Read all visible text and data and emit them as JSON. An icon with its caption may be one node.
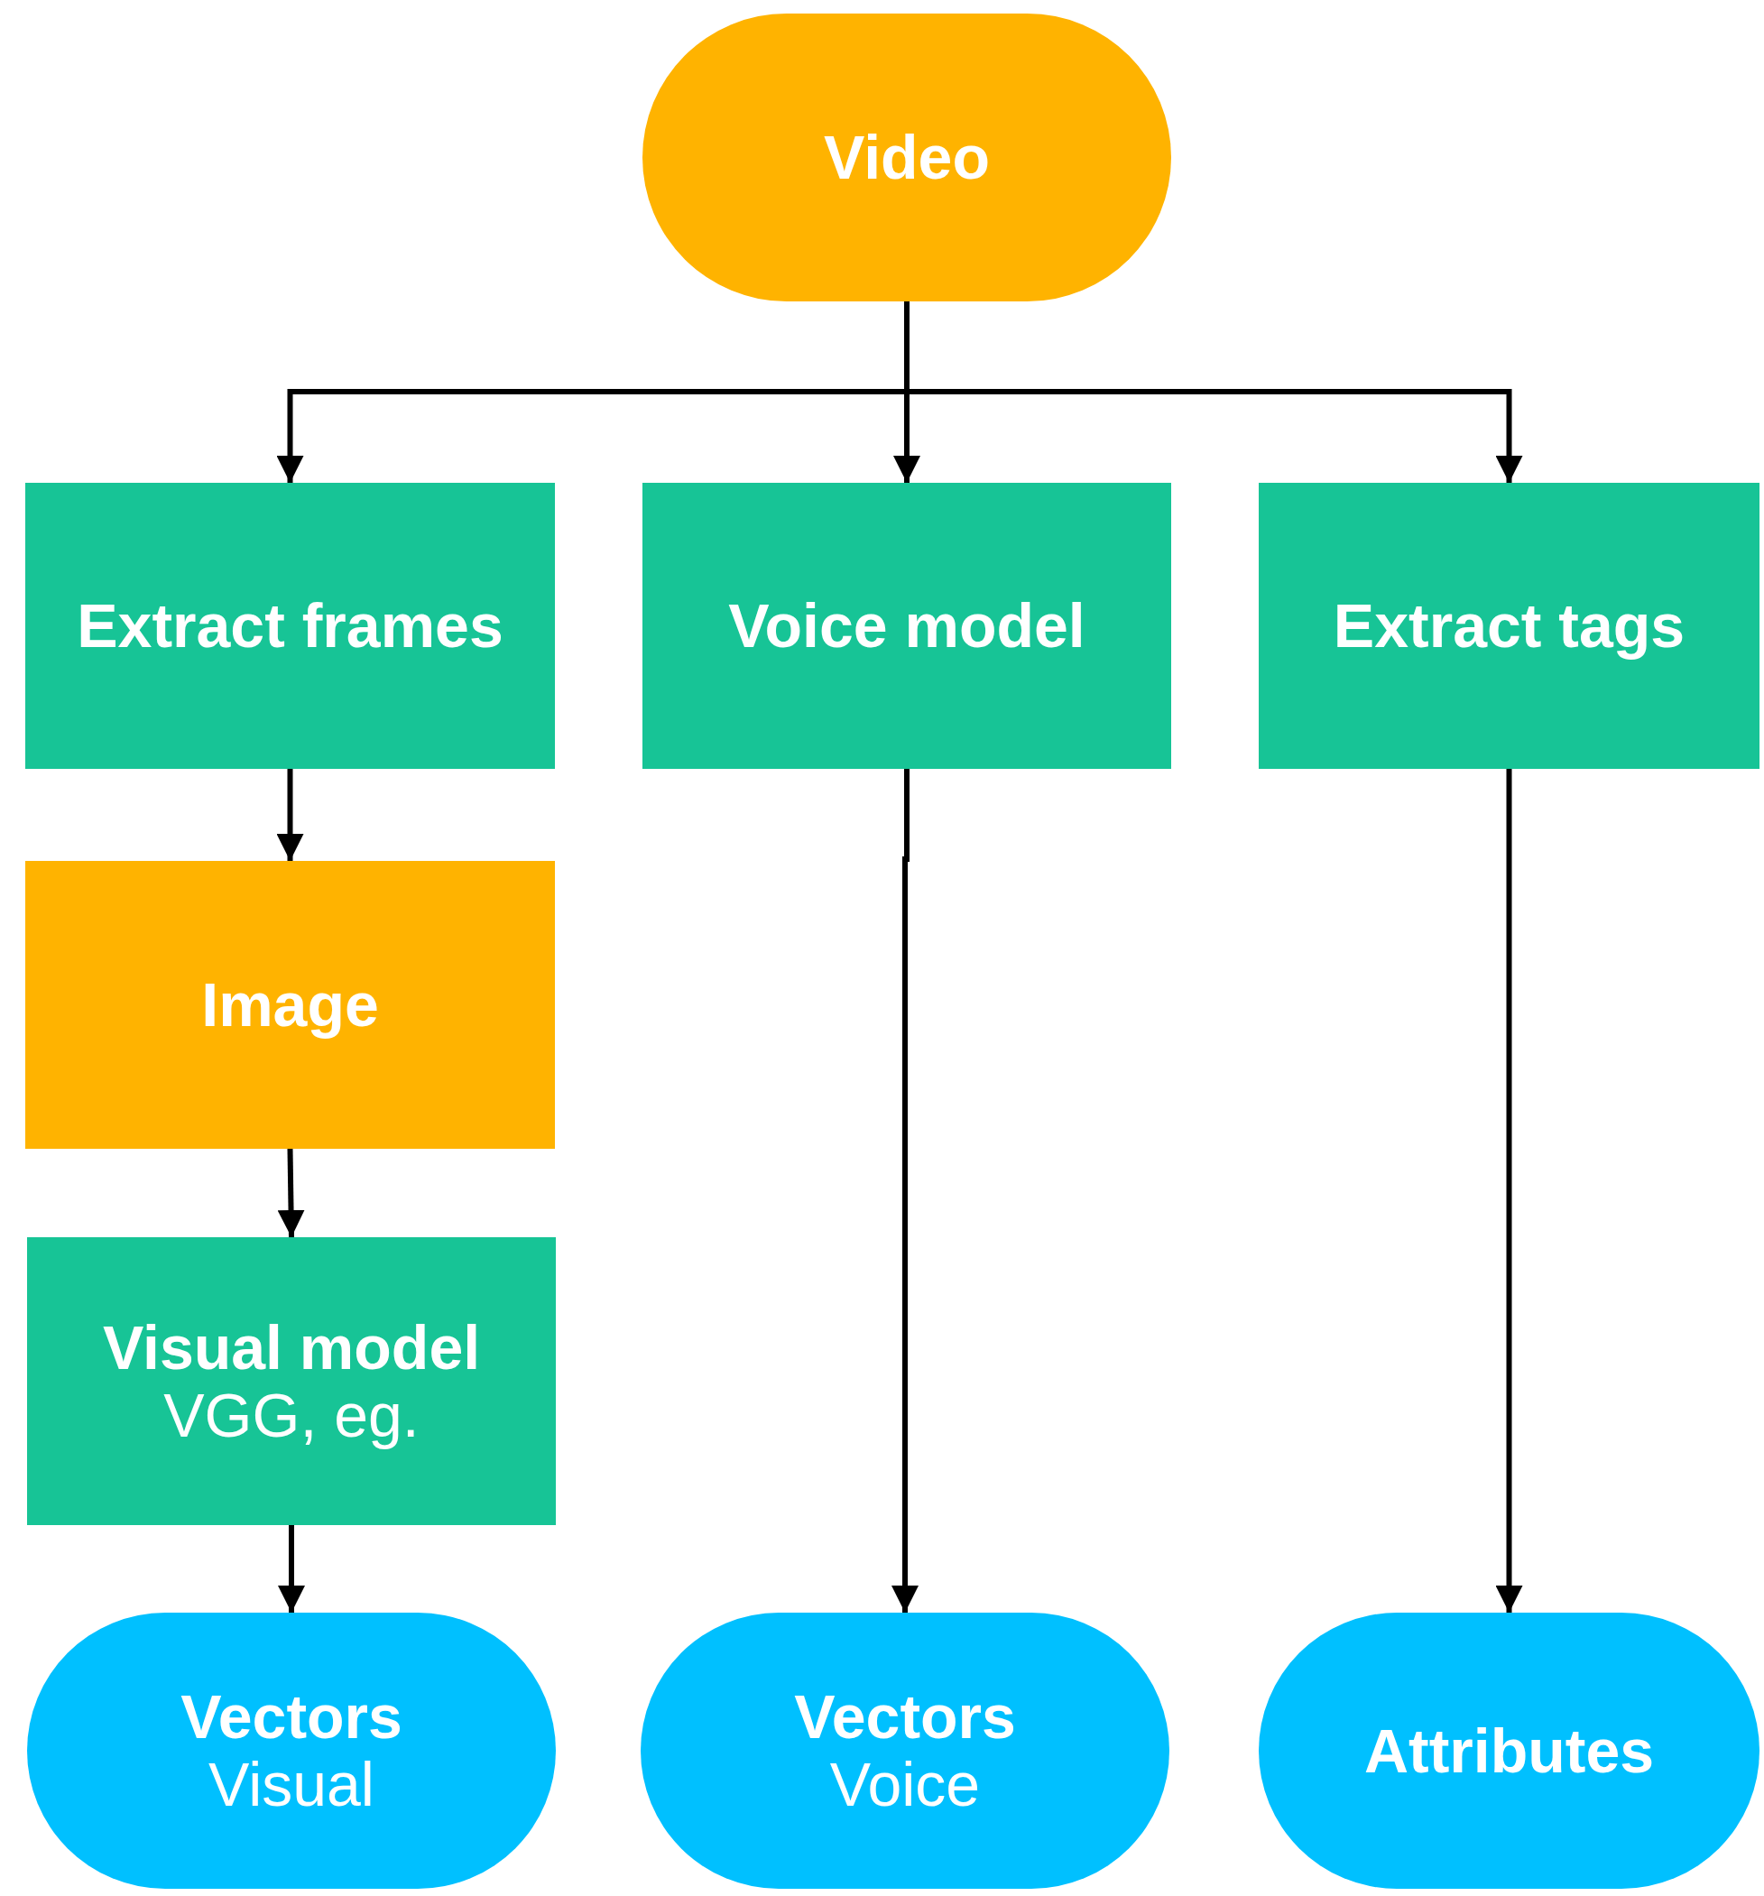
{
  "diagram": {
    "nodes": [
      {
        "text": [
          "Video"
        ]
      },
      {
        "text": [
          "Extract frames"
        ]
      },
      {
        "text": [
          "Voice model"
        ]
      },
      {
        "text": [
          "Extract tags"
        ]
      },
      {
        "text": [
          "Image"
        ]
      },
      {
        "text": [
          "Visual model",
          "VGG, eg."
        ]
      },
      {
        "text": [
          "Vectors",
          "Visual"
        ]
      },
      {
        "text": [
          "Vectors",
          "Voice"
        ]
      },
      {
        "text": [
          "Attributes"
        ]
      }
    ],
    "edges": [
      {
        "from": 0,
        "to": 1,
        "arrow": "to"
      },
      {
        "from": 0,
        "to": 2,
        "arrow": "to"
      },
      {
        "from": 0,
        "to": 3,
        "arrow": "to"
      },
      {
        "from": 1,
        "to": 4,
        "arrow": "to"
      },
      {
        "from": 4,
        "to": 5,
        "arrow": "to"
      },
      {
        "from": 5,
        "to": 6,
        "arrow": "to"
      },
      {
        "from": 2,
        "to": 7,
        "arrow": "to"
      },
      {
        "from": 3,
        "to": 8,
        "arrow": "to"
      }
    ]
  }
}
